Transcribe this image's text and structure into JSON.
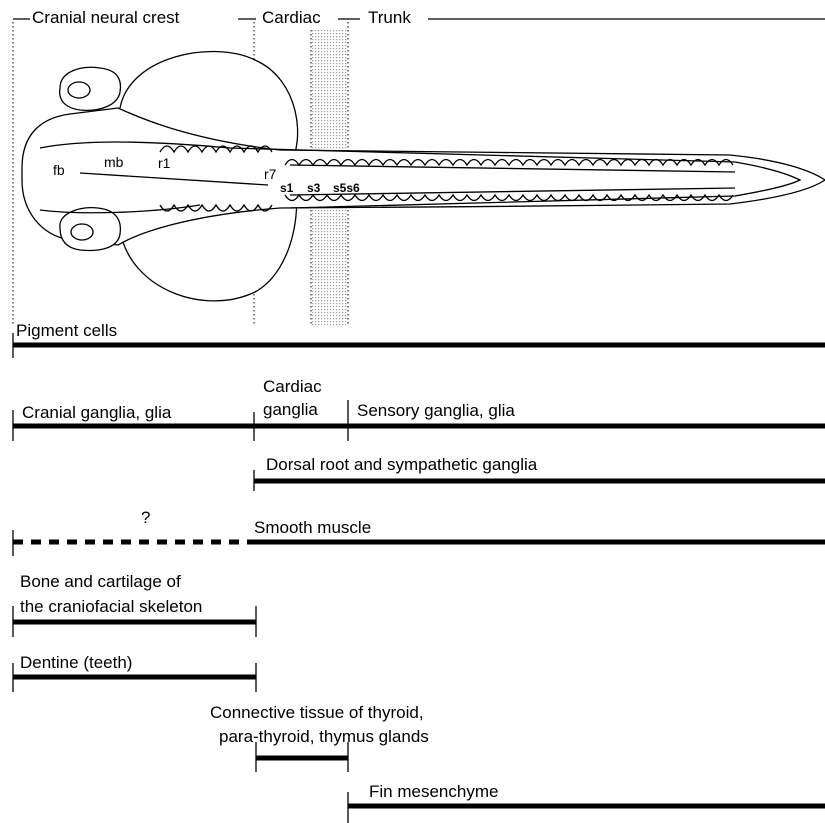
{
  "header": {
    "cranial": "Cranial neural crest",
    "cardiac": "Cardiac",
    "trunk": "Trunk"
  },
  "embryo_labels": {
    "fb": "fb",
    "mb": "mb",
    "r1": "r1",
    "r7": "r7",
    "s1": "s1",
    "s3": "s3",
    "s5s6": "s5s6"
  },
  "derivatives": {
    "pigment": "Pigment cells",
    "cranial_ganglia": "Cranial ganglia, glia",
    "cardiac_ganglia_line1": "Cardiac",
    "cardiac_ganglia_line2": "ganglia",
    "sensory_ganglia": "Sensory ganglia, glia",
    "drg": "Dorsal root and sympathetic ganglia",
    "question": "?",
    "smooth_muscle": "Smooth muscle",
    "bone_line1": "Bone and cartilage of",
    "bone_line2": "the craniofacial skeleton",
    "dentine": "Dentine (teeth)",
    "connective_line1": "Connective tissue of thyroid,",
    "connective_line2": "para-thyroid, thymus glands",
    "fin": "Fin mesenchyme"
  }
}
